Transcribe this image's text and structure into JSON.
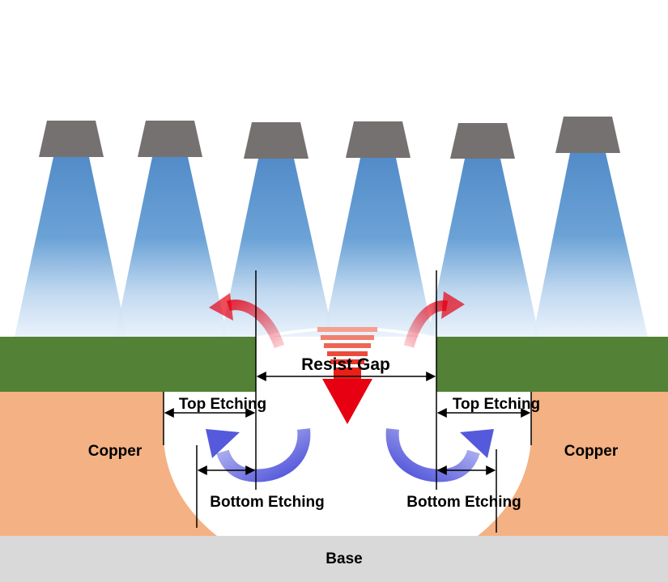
{
  "labels": {
    "resist_gap": "Resist Gap",
    "top_etching_left": "Top Etching",
    "top_etching_right": "Top Etching",
    "bottom_etching_left": "Bottom Etching",
    "bottom_etching_right": "Bottom Etching",
    "copper_left": "Copper",
    "copper_right": "Copper",
    "base": "Base"
  },
  "colors": {
    "resist": "#538135",
    "copper": "#f4b183",
    "base": "#d9d9d9",
    "nozzle": "#767171",
    "spray": "#4a8ac8",
    "red_arrow": "#e60012",
    "blue_arrow": "#6b6ee0"
  },
  "icons": {
    "nozzle": "spray-nozzle-icon",
    "side_flow": "curved-arrow-icon",
    "down_flow": "down-arrow-icon",
    "swirl": "circular-arrow-icon"
  }
}
